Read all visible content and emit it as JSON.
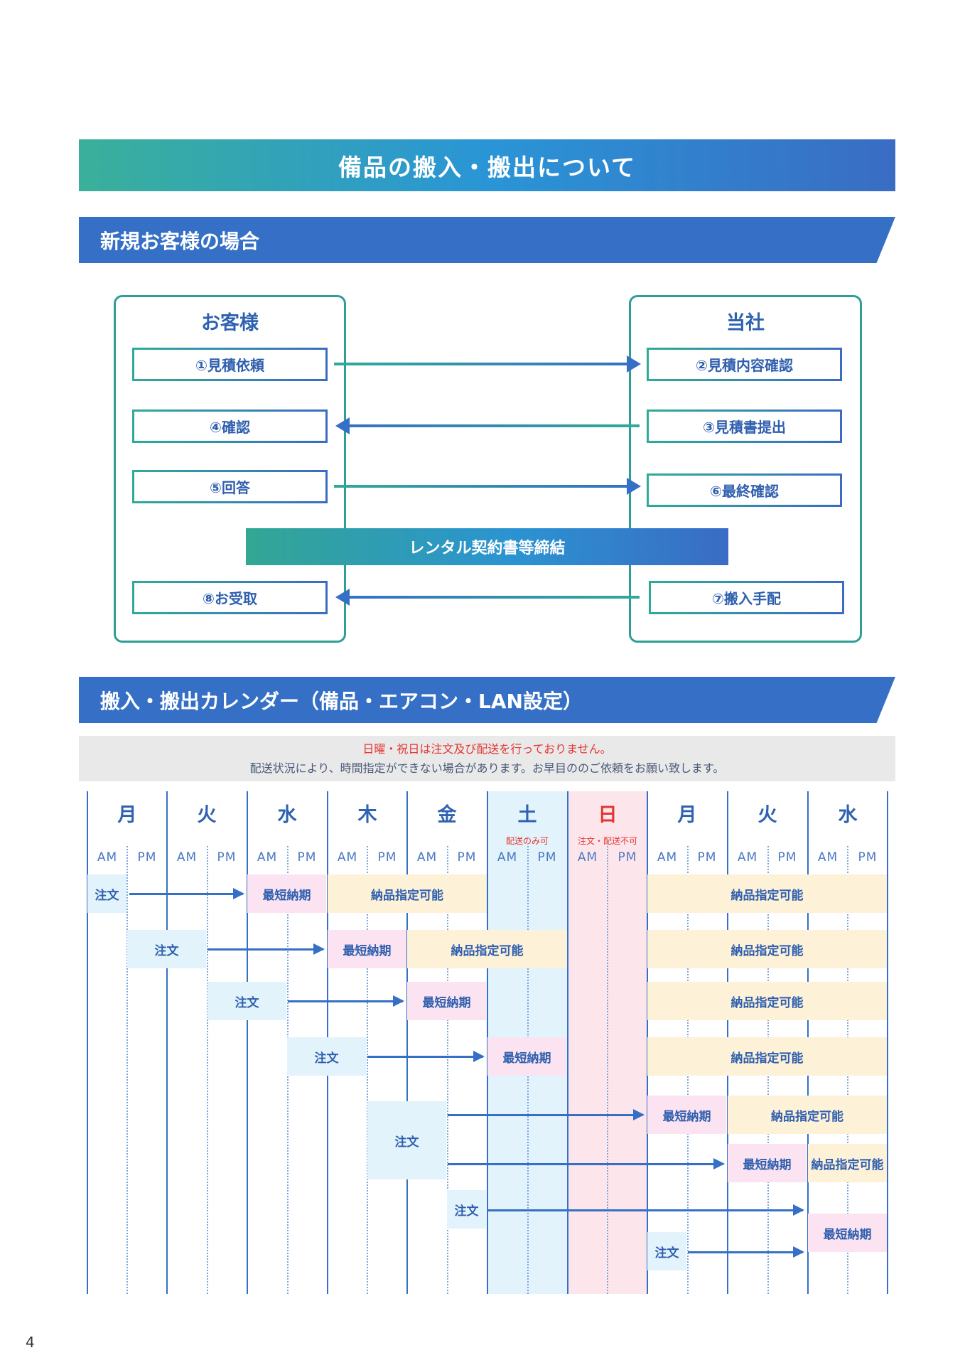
{
  "header": {
    "title": "備品の搬入・搬出について"
  },
  "section1": {
    "title": "新規お客様の場合"
  },
  "flow": {
    "customer_title": "お客様",
    "company_title": "当社",
    "steps": [
      "①見積依頼",
      "②見積内容確認",
      "③見積書提出",
      "④確認",
      "⑤回答",
      "⑥最終確認",
      "⑦搬入手配",
      "⑧お受取"
    ],
    "contract": "レンタル契約書等締結"
  },
  "section2": {
    "title": "搬入・搬出カレンダー（備品・エアコン・LAN設定）"
  },
  "calendar": {
    "notice_red": "日曜・祝日は注文及び配送を行っておりません。",
    "notice_gray": "配送状況により、時間指定ができない場合があります。お早目ののご依頼をお願い致します。",
    "days": [
      "月",
      "火",
      "水",
      "木",
      "金",
      "土",
      "日",
      "月",
      "火",
      "水"
    ],
    "sat_note": "配送のみ可",
    "sun_note": "注文・配送不可",
    "am": "AM",
    "pm": "PM",
    "order": "注文",
    "shortest": "最短納期",
    "deliver": "納品指定可能",
    "colors": {
      "saturday": "#e2f3fb",
      "sunday": "#fce6ec",
      "order": "#e2f3fb",
      "shortest": "#fbe3f1",
      "deliver": "#fdf1d8"
    }
  },
  "page_number": "4"
}
